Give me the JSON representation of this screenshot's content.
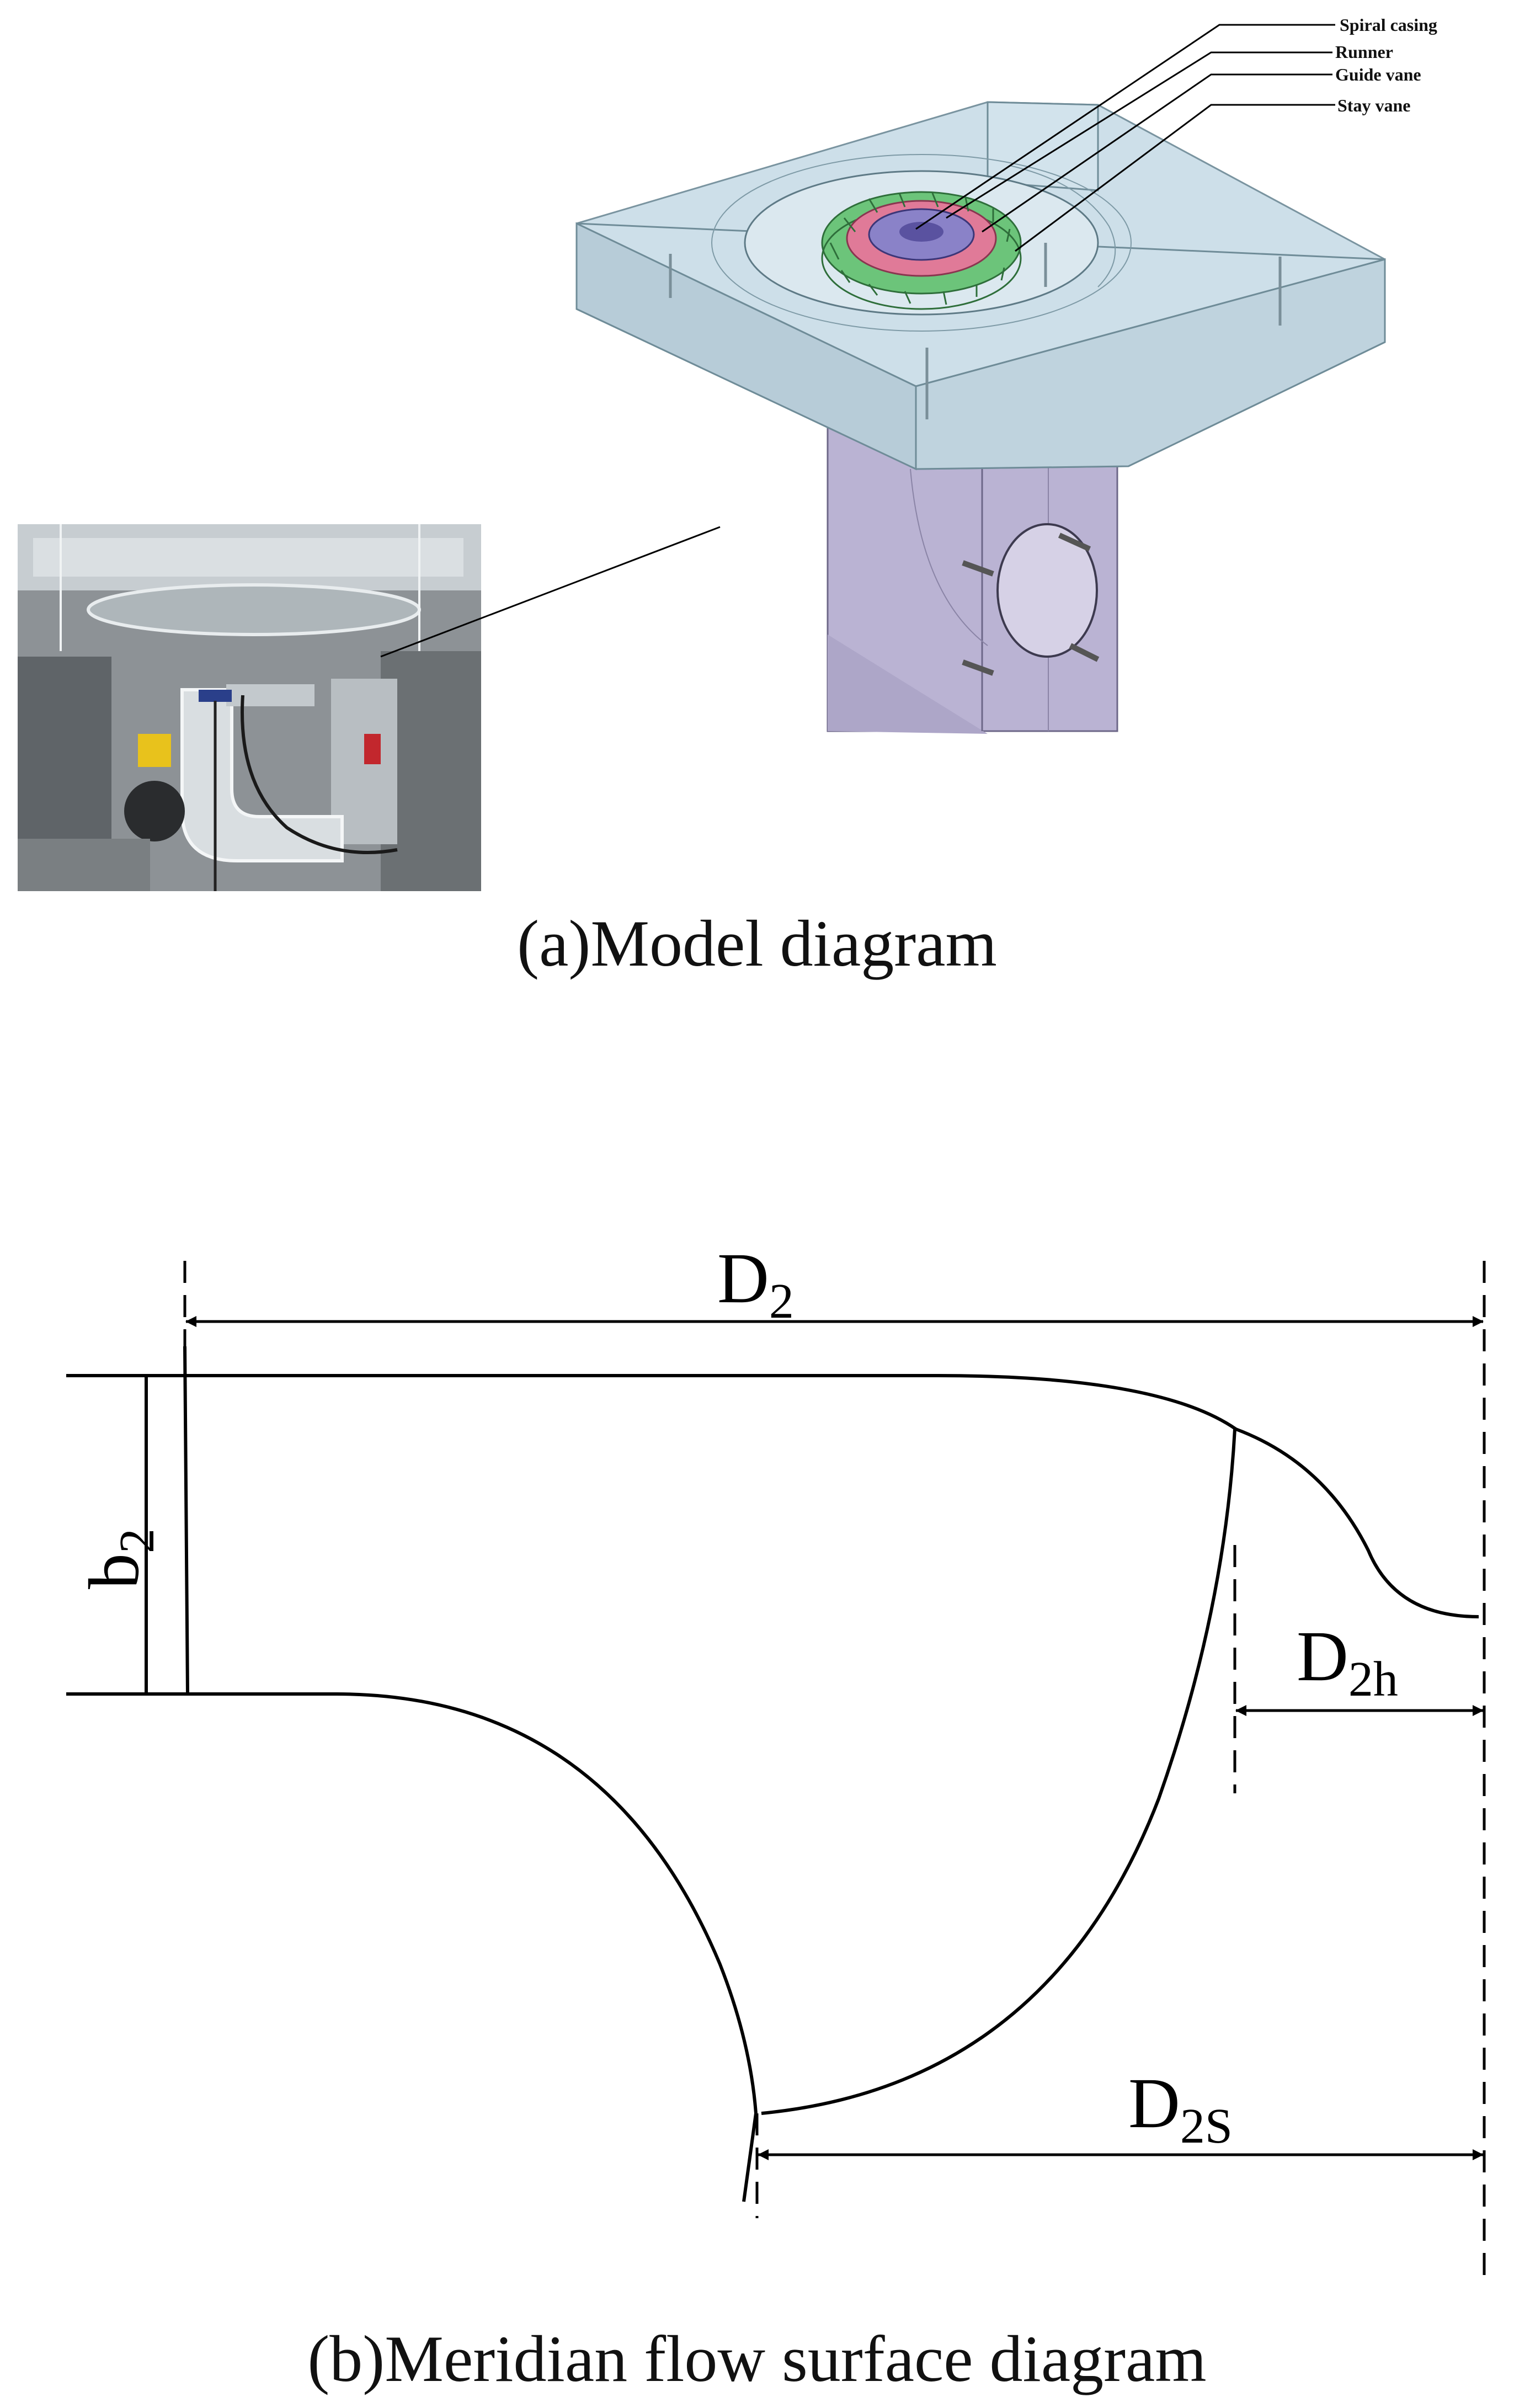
{
  "panel_a": {
    "caption": "(a)Model diagram",
    "callouts": {
      "spiral_casing": "Spiral casing",
      "runner": "Runner",
      "guide_vane": "Guide vane",
      "stay_vane": "Stay vane"
    },
    "colors": {
      "casing": "#c9dde8",
      "casing_edge": "#6f8c98",
      "draft_box": "#b9b2d2",
      "stay_vane_ring": "#6cc47a",
      "guide_vane_ring": "#e07a98",
      "runner": "#8a82c8"
    }
  },
  "panel_b": {
    "caption": "(b)Meridian flow surface diagram",
    "dimensions": {
      "d2": {
        "main": "D",
        "sub": "2"
      },
      "b2": {
        "main": "b",
        "sub": "2"
      },
      "d2h": {
        "main": "D",
        "sub": "2h"
      },
      "d2s": {
        "main": "D",
        "sub": "2S"
      }
    }
  }
}
